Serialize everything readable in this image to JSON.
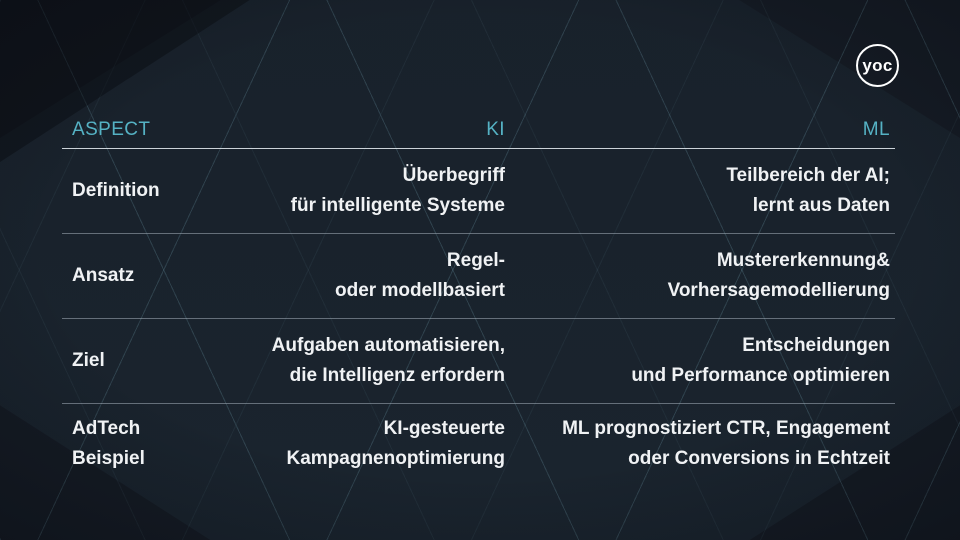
{
  "slide": {
    "logo": {
      "text": "yoc"
    },
    "table": {
      "columns": [
        {
          "label": "ASPECT"
        },
        {
          "label": "KI"
        },
        {
          "label": "ML"
        }
      ],
      "rows": [
        {
          "aspect": "Definition",
          "ki": "Überbegriff\nfür intelligente Systeme",
          "ml": "Teilbereich der AI;\nlernt aus Daten"
        },
        {
          "aspect": "Ansatz",
          "ki": "Regel-\noder modellbasiert",
          "ml": "Mustererkennung&\nVorhersagemodellierung"
        },
        {
          "aspect": "Ziel",
          "ki": "Aufgaben automatisieren,\ndie Intelligenz erfordern",
          "ml": "Entscheidungen\nund Performance optimieren"
        },
        {
          "aspect": "AdTech\nBeispiel",
          "ki": "KI-gesteuerte\nKampagnenoptimierung",
          "ml": "ML prognostiziert CTR, Engagement\noder Conversions in Echtzeit"
        }
      ]
    },
    "colors": {
      "background": "#151b24",
      "header_accent": "#55b2c4",
      "body_text": "#f0f2f4",
      "header_rule": "#dfe5eb",
      "row_rule": "#a4aeba",
      "pattern_line": "#7eb2c2",
      "logo": "#ffffff"
    }
  }
}
